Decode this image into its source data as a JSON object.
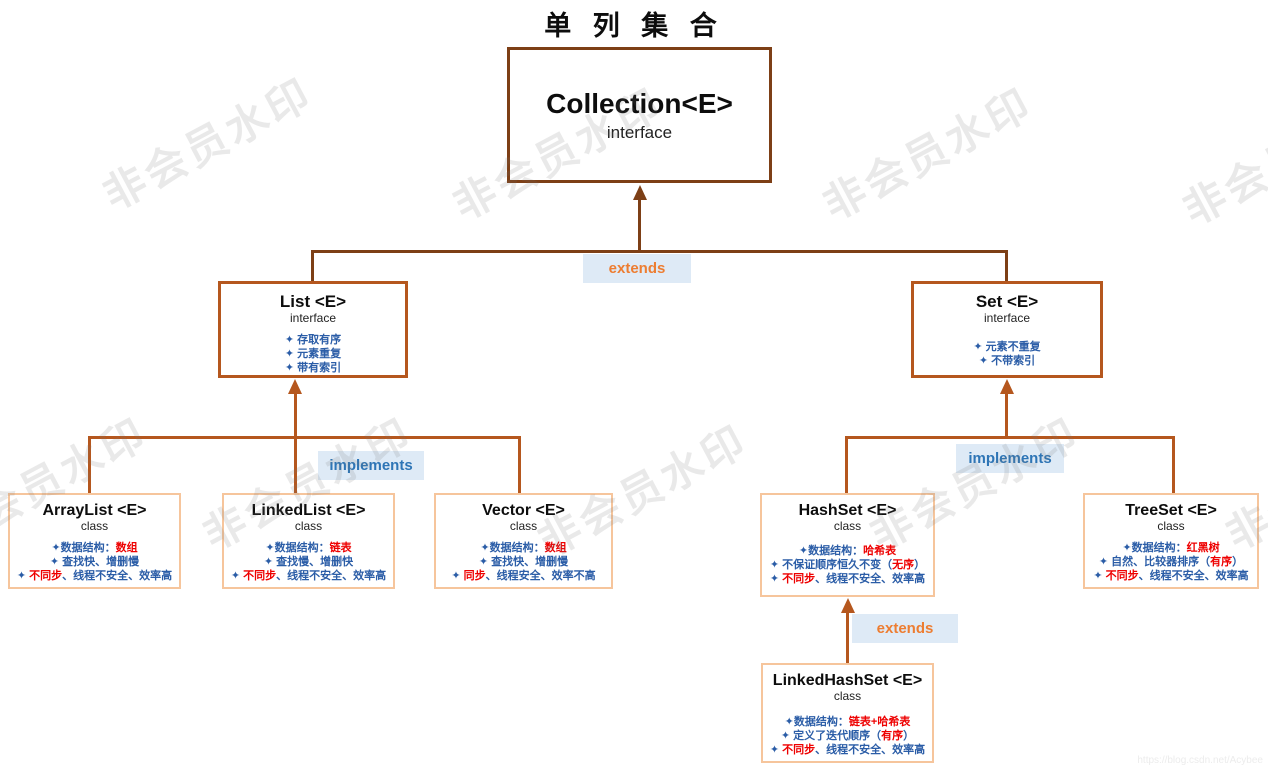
{
  "title": "单 列 集 合",
  "labels": {
    "extends_top": "extends",
    "implements_left": "implements",
    "implements_right": "implements",
    "extends_bottom": "extends"
  },
  "colors": {
    "dark_brown_border": "#7d3f16",
    "orange_brown_border": "#b5571e",
    "peach_border": "#f6c59c",
    "feature_blue": "#2b5da7",
    "feature_red": "#ee0000",
    "extends_orange": "#ed7d31",
    "implements_blue": "#2e75b6",
    "label_bg": "#deeaf6"
  },
  "nodes": {
    "collection": {
      "name": "Collection<E>",
      "stereotype": "interface",
      "features": []
    },
    "list": {
      "name": "List <E>",
      "stereotype": "interface",
      "features": [
        [
          {
            "t": "✦ 存取有序"
          }
        ],
        [
          {
            "t": "✦ 元素重复"
          }
        ],
        [
          {
            "t": "✦ 带有索引"
          }
        ]
      ]
    },
    "set": {
      "name": "Set <E>",
      "stereotype": "interface",
      "features": [
        [
          {
            "t": "✦ 元素不重复"
          }
        ],
        [
          {
            "t": "✦ 不带索引"
          }
        ]
      ]
    },
    "arraylist": {
      "name": "ArrayList <E>",
      "stereotype": "class",
      "features": [
        [
          {
            "t": "✦数据结构："
          },
          {
            "t": "数组",
            "red": true
          }
        ],
        [
          {
            "t": "✦ 查找快、增删慢"
          }
        ],
        [
          {
            "t": "✦ "
          },
          {
            "t": "不同步",
            "red": true
          },
          {
            "t": "、线程不安全、效率高"
          }
        ]
      ]
    },
    "linkedlist": {
      "name": "LinkedList <E>",
      "stereotype": "class",
      "features": [
        [
          {
            "t": "✦数据结构："
          },
          {
            "t": "链表",
            "red": true
          }
        ],
        [
          {
            "t": "✦ 查找慢、增删快"
          }
        ],
        [
          {
            "t": "✦ "
          },
          {
            "t": "不同步",
            "red": true
          },
          {
            "t": "、线程不安全、效率高"
          }
        ]
      ]
    },
    "vector": {
      "name": "Vector <E>",
      "stereotype": "class",
      "features": [
        [
          {
            "t": "✦数据结构："
          },
          {
            "t": "数组",
            "red": true
          }
        ],
        [
          {
            "t": "✦ 查找快、增删慢"
          }
        ],
        [
          {
            "t": "✦ "
          },
          {
            "t": "同步",
            "red": true
          },
          {
            "t": "、线程安全、效率不高"
          }
        ]
      ]
    },
    "hashset": {
      "name": "HashSet <E>",
      "stereotype": "class",
      "features": [
        [
          {
            "t": "✦数据结构："
          },
          {
            "t": "哈希表",
            "red": true
          }
        ],
        [
          {
            "t": "✦ 不保证顺序恒久不变（"
          },
          {
            "t": "无序",
            "red": true
          },
          {
            "t": "）"
          }
        ],
        [
          {
            "t": "✦ "
          },
          {
            "t": "不同步",
            "red": true
          },
          {
            "t": "、线程不安全、效率高"
          }
        ]
      ]
    },
    "treeset": {
      "name": "TreeSet <E>",
      "stereotype": "class",
      "features": [
        [
          {
            "t": "✦数据结构："
          },
          {
            "t": "红黑树",
            "red": true
          }
        ],
        [
          {
            "t": "✦ 自然、比较器排序（"
          },
          {
            "t": "有序",
            "red": true
          },
          {
            "t": "）"
          }
        ],
        [
          {
            "t": "✦ "
          },
          {
            "t": "不同步",
            "red": true
          },
          {
            "t": "、线程不安全、效率高"
          }
        ]
      ]
    },
    "linkedhashset": {
      "name": "LinkedHashSet <E>",
      "stereotype": "class",
      "features": [
        [
          {
            "t": "✦数据结构："
          },
          {
            "t": "链表+哈希表",
            "red": true
          }
        ],
        [
          {
            "t": "✦ 定义了迭代顺序（"
          },
          {
            "t": "有序",
            "red": true
          },
          {
            "t": "）"
          }
        ],
        [
          {
            "t": "✦ "
          },
          {
            "t": "不同步",
            "red": true
          },
          {
            "t": "、线程不安全、效率高"
          }
        ]
      ]
    }
  },
  "watermark": {
    "text": "非会员水印",
    "url_text": "https://blog.csdn.net/Acybee"
  }
}
